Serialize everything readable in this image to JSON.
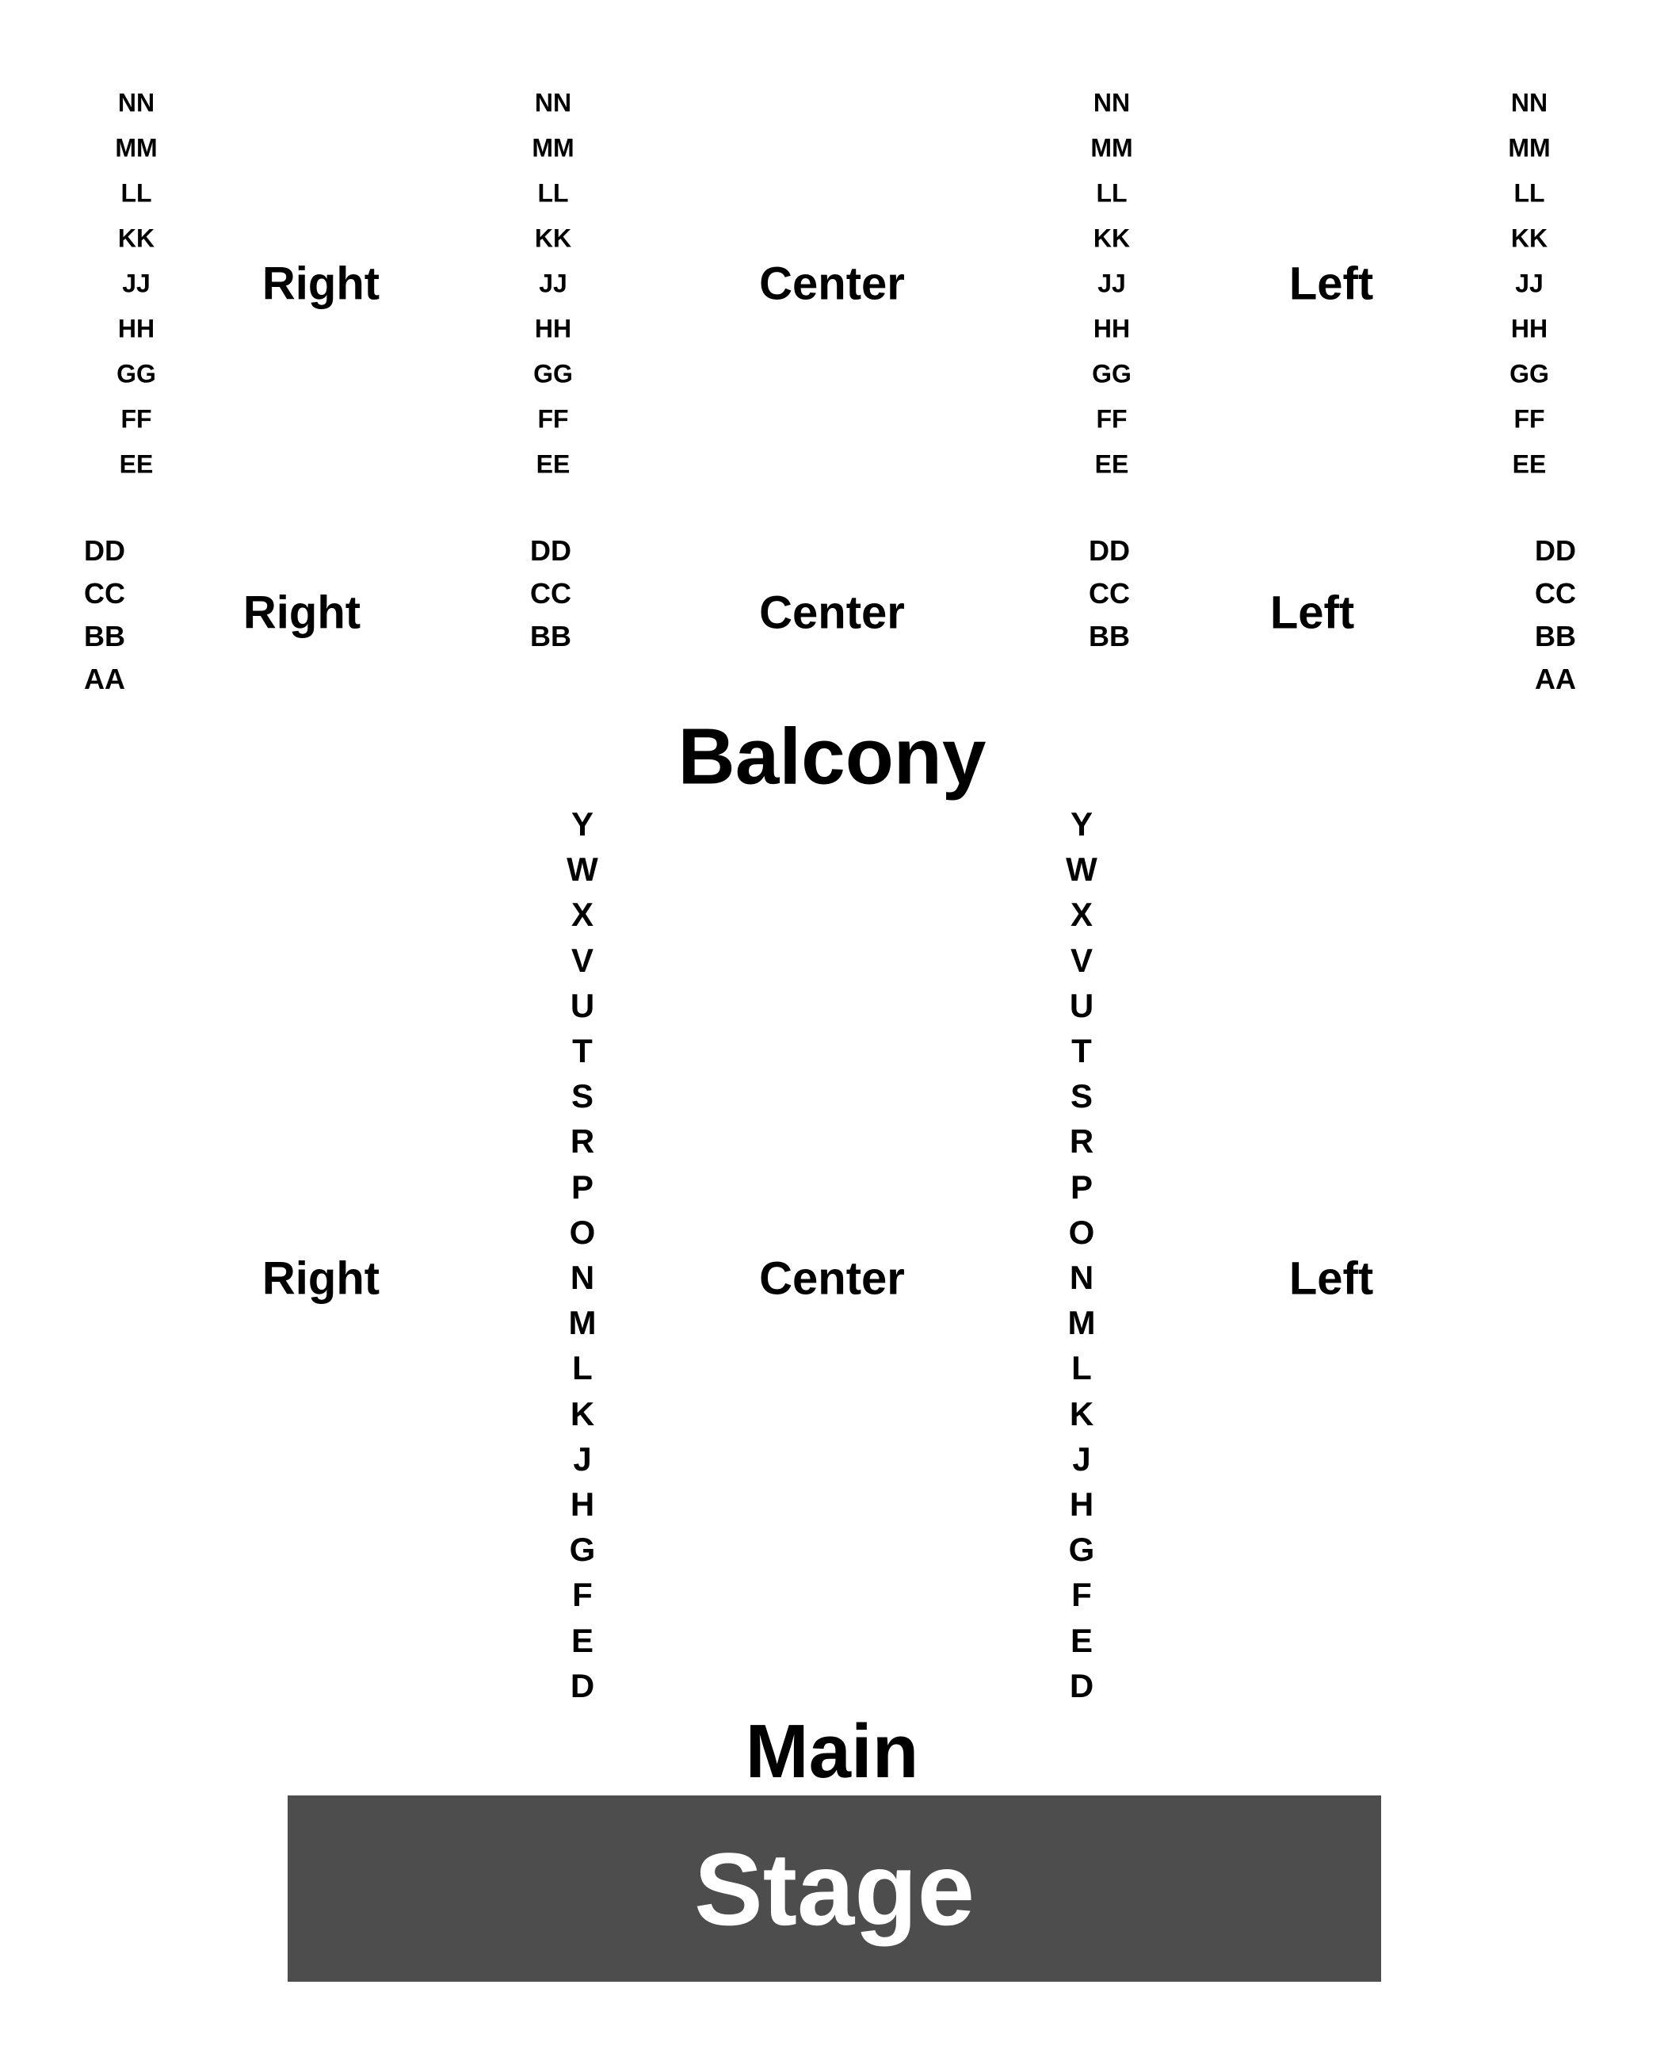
{
  "balcony": {
    "label": "Balcony",
    "upper": {
      "rows": [
        "NN",
        "MM",
        "LL",
        "KK",
        "JJ",
        "HH",
        "GG",
        "FF",
        "EE"
      ],
      "sections": {
        "right": "Right",
        "center": "Center",
        "left": "Left"
      }
    },
    "lower": {
      "rows_outer": [
        "DD",
        "CC",
        "BB",
        "AA"
      ],
      "rows_inner": [
        "DD",
        "CC",
        "BB"
      ],
      "sections": {
        "right": "Right",
        "center": "Center",
        "left": "Left"
      }
    }
  },
  "main": {
    "label": "Main",
    "rows": [
      "Y",
      "W",
      "X",
      "V",
      "U",
      "T",
      "S",
      "R",
      "P",
      "O",
      "N",
      "M",
      "L",
      "K",
      "J",
      "H",
      "G",
      "F",
      "E",
      "D"
    ],
    "sections": {
      "right": "Right",
      "center": "Center",
      "left": "Left"
    }
  },
  "stage": {
    "label": "Stage",
    "color": "#4d4d4d"
  }
}
